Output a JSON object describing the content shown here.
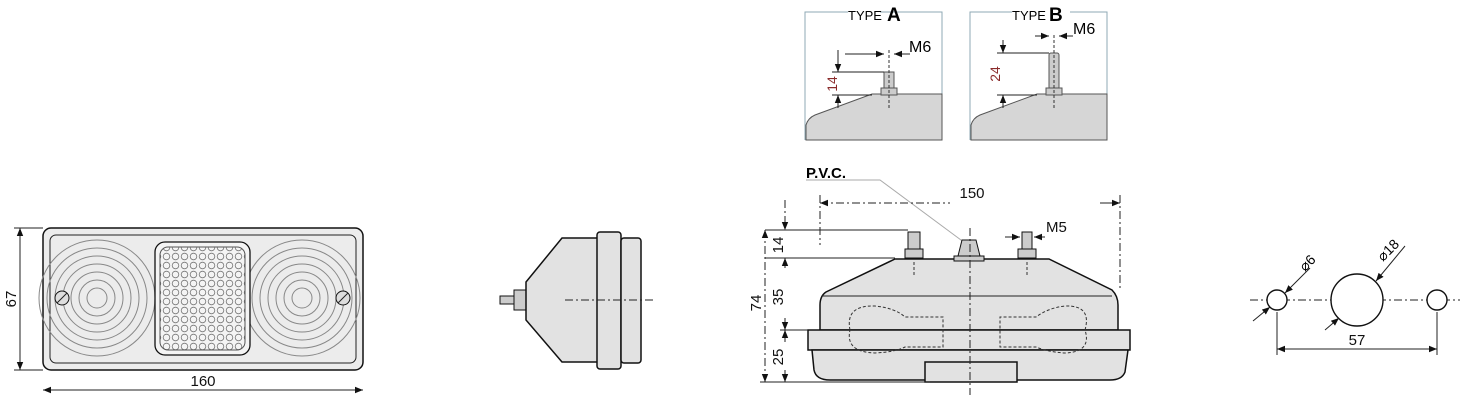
{
  "front_view": {
    "width_label": "160",
    "height_label": "67"
  },
  "type_a": {
    "title_prefix": "TYPE",
    "title_letter": "A",
    "thread": "M6",
    "height": "14"
  },
  "type_b": {
    "title_prefix": "TYPE",
    "title_letter": "B",
    "thread": "M6",
    "height": "24"
  },
  "top_view": {
    "material_label": "P.V.C.",
    "stud_spacing": "150",
    "stud_thread": "M5",
    "total_height": "74",
    "stud_height": "14",
    "upper_height": "35",
    "lower_height": "25"
  },
  "mounting_holes": {
    "small_hole": "⌀6",
    "large_hole": "⌀18",
    "spacing": "57"
  }
}
